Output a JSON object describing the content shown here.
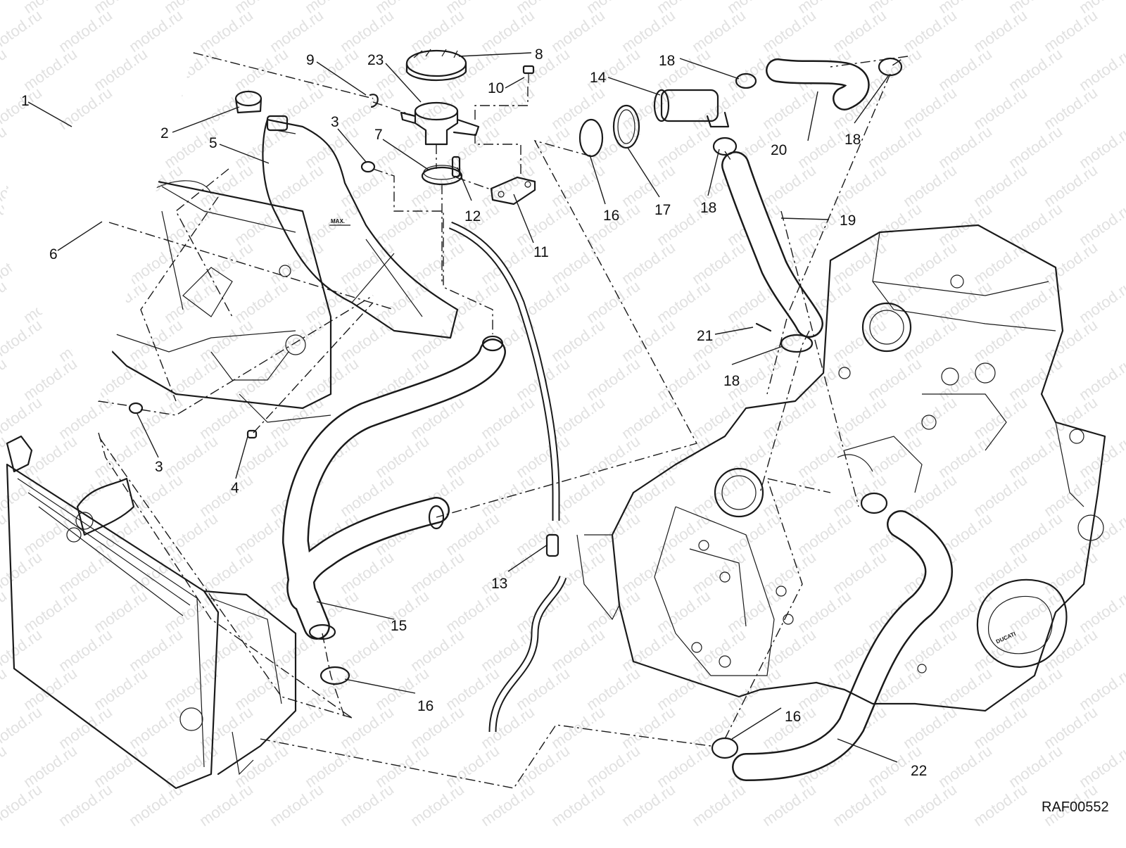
{
  "diagram": {
    "callouts": [
      {
        "id": "c1",
        "label": "1"
      },
      {
        "id": "c2",
        "label": "2"
      },
      {
        "id": "c3a",
        "label": "3"
      },
      {
        "id": "c3b",
        "label": "3"
      },
      {
        "id": "c4",
        "label": "4"
      },
      {
        "id": "c5",
        "label": "5"
      },
      {
        "id": "c6",
        "label": "6"
      },
      {
        "id": "c7",
        "label": "7"
      },
      {
        "id": "c8",
        "label": "8"
      },
      {
        "id": "c9",
        "label": "9"
      },
      {
        "id": "c10",
        "label": "10"
      },
      {
        "id": "c11",
        "label": "11"
      },
      {
        "id": "c12",
        "label": "12"
      },
      {
        "id": "c13",
        "label": "13"
      },
      {
        "id": "c14",
        "label": "14"
      },
      {
        "id": "c15",
        "label": "15"
      },
      {
        "id": "c16a",
        "label": "16"
      },
      {
        "id": "c16b",
        "label": "16"
      },
      {
        "id": "c16c",
        "label": "16"
      },
      {
        "id": "c17",
        "label": "17"
      },
      {
        "id": "c18a",
        "label": "18"
      },
      {
        "id": "c18b",
        "label": "18"
      },
      {
        "id": "c18c",
        "label": "18"
      },
      {
        "id": "c18d",
        "label": "18"
      },
      {
        "id": "c19",
        "label": "19"
      },
      {
        "id": "c20",
        "label": "20"
      },
      {
        "id": "c21",
        "label": "21"
      },
      {
        "id": "c22",
        "label": "22"
      },
      {
        "id": "c23",
        "label": "23"
      }
    ],
    "drawing_code": "RAF00552",
    "tank_marking": "MAX.",
    "engine_brand": "DUCATI",
    "watermark": "motod.ru"
  }
}
